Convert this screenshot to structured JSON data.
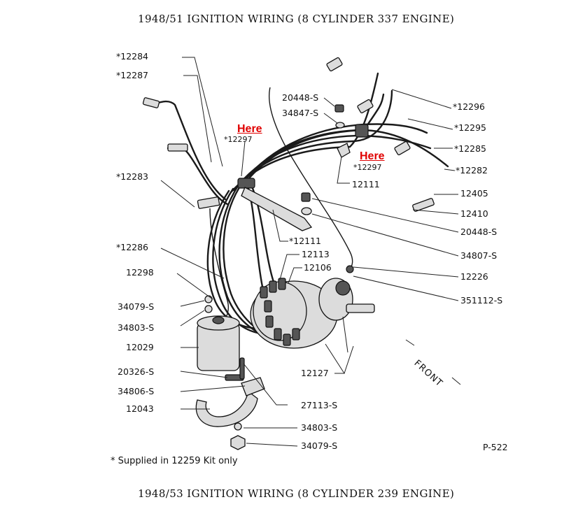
{
  "header": {
    "title": "1948/51 IGNITION WIRING (8 CYLINDER 337 ENGINE)"
  },
  "footer": {
    "title": "1948/53 IGNITION WIRING (8 CYLINDER 239 ENGINE)",
    "note": "* Supplied in 12259 Kit only",
    "plate": "P-522"
  },
  "annotations": {
    "here_1": "Here",
    "here_2": "Here",
    "direction": "FRONT"
  },
  "colors": {
    "annotation": "#e00000",
    "ink": "#111111"
  },
  "labels": {
    "p12284": "*12284",
    "p12287": "*12287",
    "p12297_a": "*12297",
    "p12283": "*12283",
    "p12286": "*12286",
    "p12298": "12298",
    "p34079_a": "34079-S",
    "p34803_a": "34803-S",
    "p12029": "12029",
    "p20326": "20326-S",
    "p34806": "34806-S",
    "p12043": "12043",
    "p20448_a": "20448-S",
    "p34847": "34847-S",
    "p12297_b": "*12297",
    "p12111_a": "12111",
    "p12111_b": "*12111",
    "p12113": "12113",
    "p12106": "12106",
    "p12296": "*12296",
    "p12295": "*12295",
    "p12285": "*12285",
    "p12282": "*12282",
    "p12405": "12405",
    "p12410": "12410",
    "p20448_b": "20448-S",
    "p34807": "34807-S",
    "p12226": "12226",
    "p351112": "351112-S",
    "p12127": "12127",
    "p27113": "27113-S",
    "p34803_b": "34803-S",
    "p34079_b": "34079-S"
  }
}
